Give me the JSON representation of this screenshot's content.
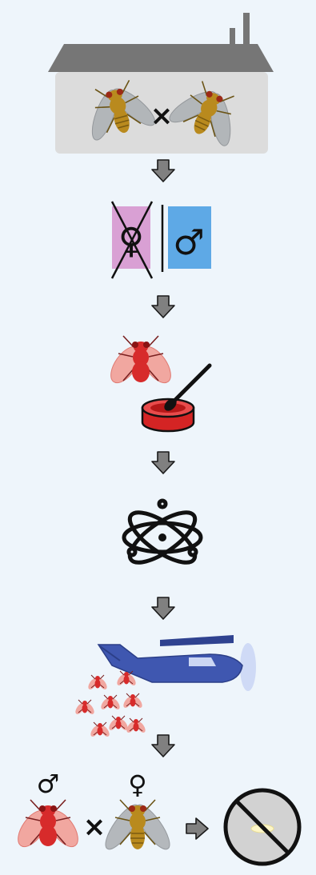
{
  "symbols": {
    "male": "♂",
    "female": "♀",
    "cross": "×"
  },
  "steps": [
    {
      "id": "rearing",
      "icon": "factory-icon"
    },
    {
      "id": "sexing",
      "icon": "sex-separation-icon"
    },
    {
      "id": "marking",
      "icon": "paint-jar-icon"
    },
    {
      "id": "irradiation",
      "icon": "atom-icon"
    },
    {
      "id": "release",
      "icon": "airplane-icon"
    },
    {
      "id": "mating",
      "icon": "no-offspring-icon"
    }
  ],
  "colors": {
    "background": "#eef5fb",
    "roof": "#767676",
    "building": "#dcdcdc",
    "arrow_fill": "#808080",
    "female_box": "#d9a0d4",
    "male_box": "#5ea9e6",
    "wild_fly_body": "#b98a1e",
    "marked_fly_body": "#d72b2b",
    "marked_fly_wing": "#f1a7a0",
    "paint_jar": "#d42424",
    "airplane": "#3f57b0",
    "no_symbol_fill": "#d2d2d2"
  }
}
